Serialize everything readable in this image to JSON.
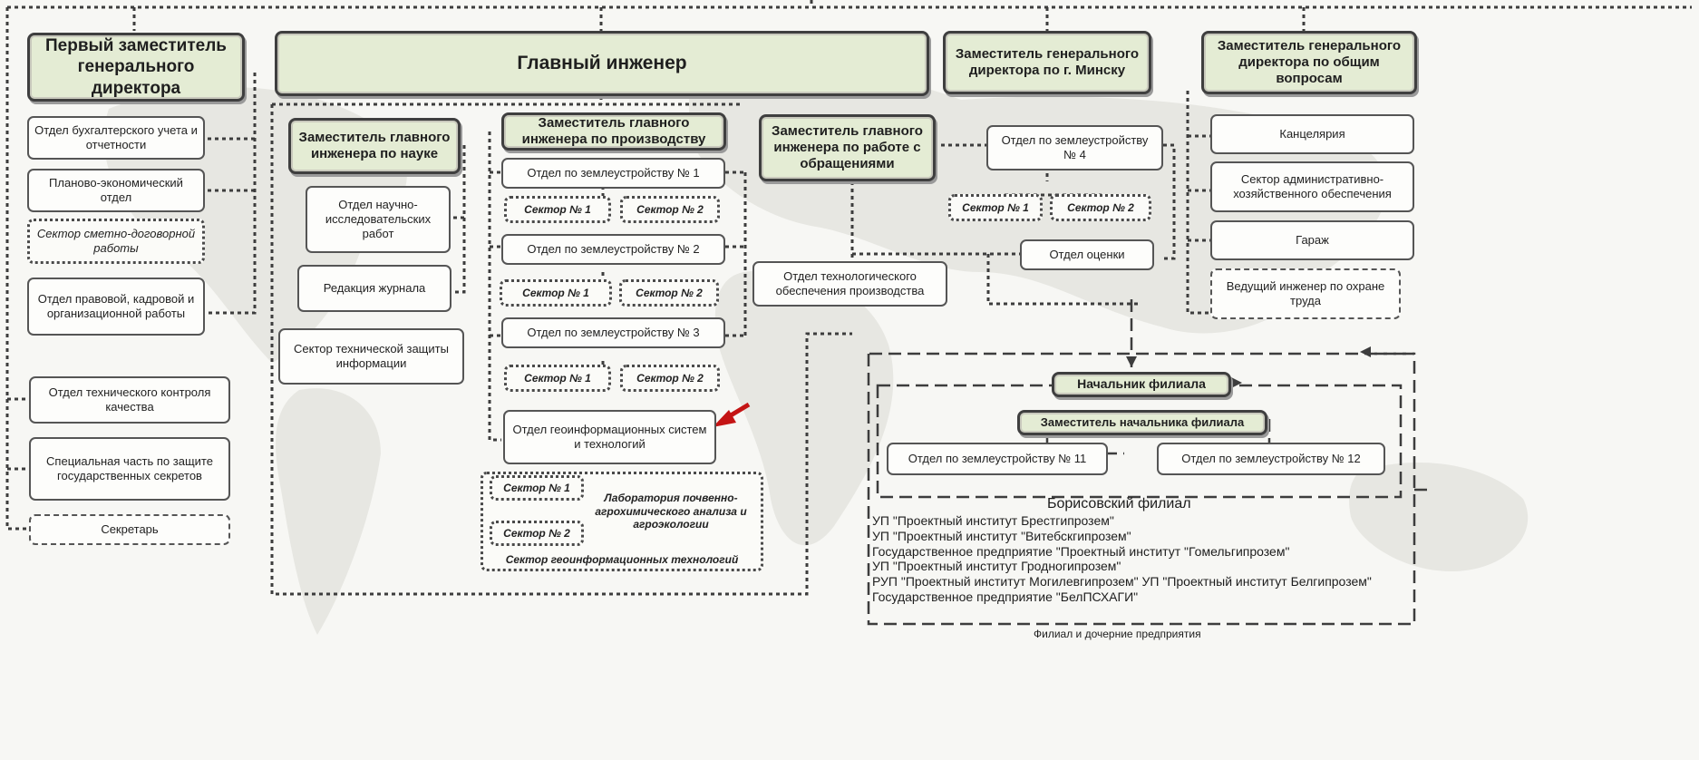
{
  "colors": {
    "header_fill": "#e4ecd4",
    "border": "#4a4a4a",
    "arrow": "#c41414",
    "background": "#f7f7f4"
  },
  "top": {
    "first_deputy": "Первый заместитель генерального директора",
    "chief_engineer": "Главный инженер",
    "deputy_minsk": "Заместитель генерального директора по г. Минску",
    "deputy_general": "Заместитель генерального директора по общим вопросам"
  },
  "left": {
    "accounting": "Отдел бухгалтерского учета и отчетности",
    "planning": "Планово-экономический отдел",
    "estimate": "Сектор сметно-договорной работы",
    "legal": "Отдел правовой, кадровой и организационной работы",
    "quality": "Отдел технического контроля качества",
    "secret": "Специальная часть по защите государственных секретов",
    "secretary": "Секретарь"
  },
  "science": {
    "deputy": "Заместитель главного инженера по науке",
    "research": "Отдел научно-исследовательских работ",
    "journal": "Редакция журнала",
    "protection": "Сектор технической защиты информации"
  },
  "production": {
    "deputy": "Заместитель главного инженера по производству",
    "dept1": "Отдел по землеустройству № 1",
    "dept2": "Отдел по землеустройству № 2",
    "dept3": "Отдел по землеустройству № 3",
    "sector1": "Сектор № 1",
    "sector2": "Сектор № 2",
    "geo": "Отдел геоинформационных систем и технологий",
    "lab": "Лаборатория почвенно-агрохимического анализа и агроэкологии",
    "geo_sector": "Сектор геоинформационных технологий"
  },
  "appeals": {
    "deputy": "Заместитель главного инженера по работе с обращениями",
    "tech": "Отдел технологического обеспечения производства"
  },
  "minsk": {
    "dept4": "Отдел по землеустройству № 4",
    "sector1": "Сектор № 1",
    "sector2": "Сектор № 2",
    "valuation": "Отдел оценки"
  },
  "general": {
    "office": "Канцелярия",
    "admin": "Сектор административно-хозяйственного обеспечения",
    "garage": "Гараж",
    "safety": "Ведущий инженер по охране труда"
  },
  "branch": {
    "head": "Начальник филиала",
    "deputy": "Заместитель начальника филиала",
    "dept11": "Отдел по землеустройству № 11",
    "dept12": "Отдел по землеустройству № 12",
    "name": "Борисовский филиал",
    "list": [
      "УП \"Проектный институт Брестгипрозем\"",
      "УП \"Проектный институт \"Витебскгипрозем\"",
      "Государственное предприятие \"Проектный институт \"Гомельгипрозем\"",
      "УП \"Проектный институт Гродногипрозем\"",
      "РУП \"Проектный институт Могилевгипрозем\" УП \"Проектный институт Белгипрозем\"",
      "Государственное предприятие \"БелПСХАГИ\""
    ],
    "caption": "Филиал и дочерние предприятия"
  }
}
